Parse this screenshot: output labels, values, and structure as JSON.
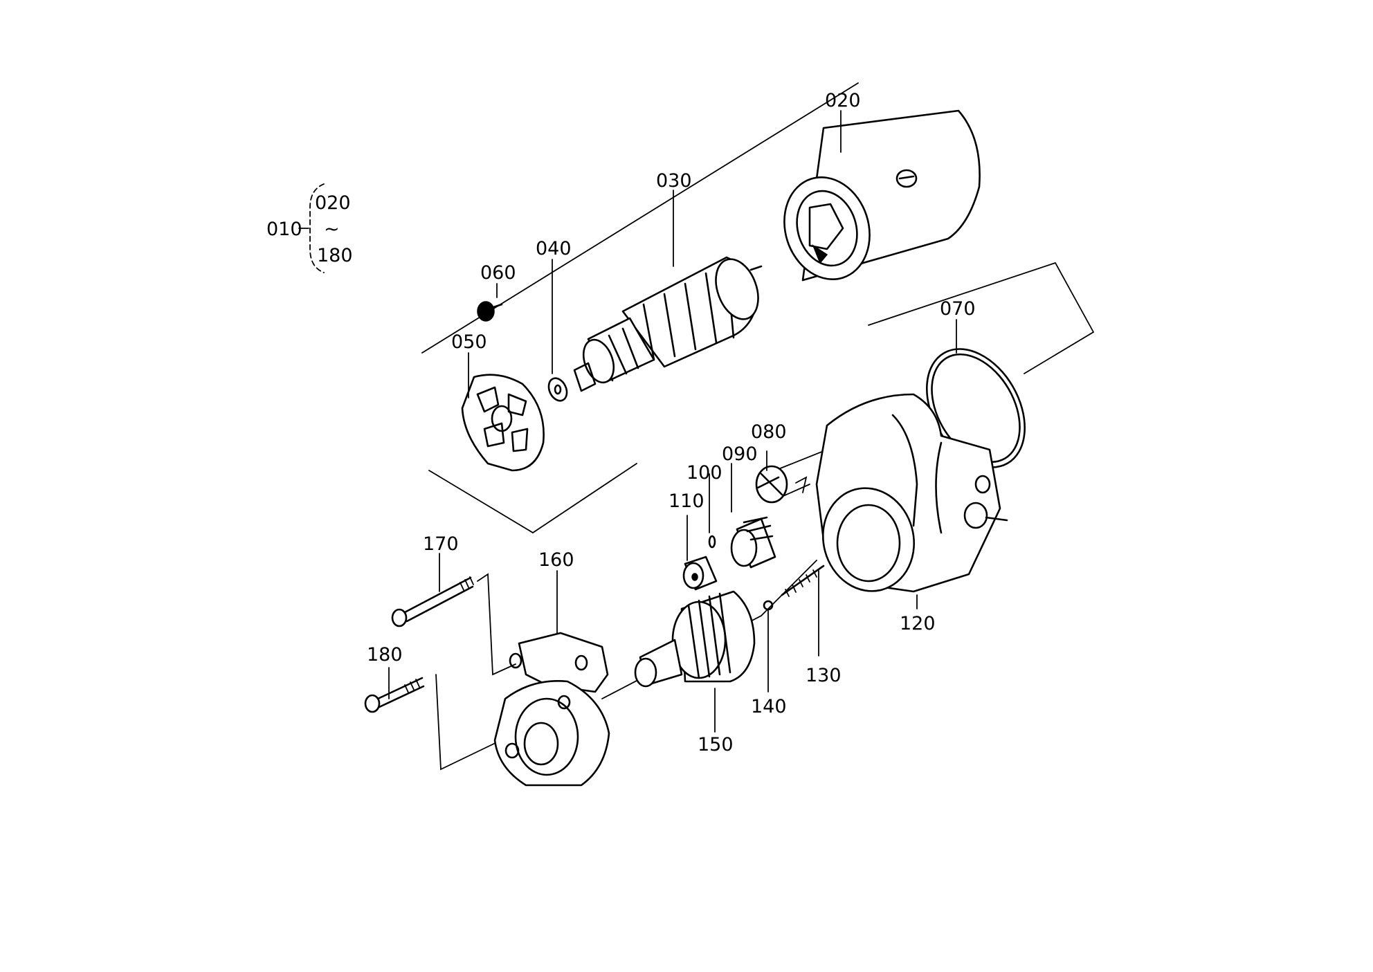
{
  "diagram": {
    "assembly": {
      "code": "010",
      "range_from": "020",
      "range_sep": "~",
      "range_to": "180"
    },
    "parts": [
      {
        "id": "p020",
        "label": "020"
      },
      {
        "id": "p030",
        "label": "030"
      },
      {
        "id": "p040",
        "label": "040"
      },
      {
        "id": "p050",
        "label": "050"
      },
      {
        "id": "p060",
        "label": "060"
      },
      {
        "id": "p070",
        "label": "070"
      },
      {
        "id": "p080",
        "label": "080"
      },
      {
        "id": "p090",
        "label": "090"
      },
      {
        "id": "p100",
        "label": "100"
      },
      {
        "id": "p110",
        "label": "110"
      },
      {
        "id": "p120",
        "label": "120"
      },
      {
        "id": "p130",
        "label": "130"
      },
      {
        "id": "p140",
        "label": "140"
      },
      {
        "id": "p150",
        "label": "150"
      },
      {
        "id": "p160",
        "label": "160"
      },
      {
        "id": "p170",
        "label": "170"
      },
      {
        "id": "p180",
        "label": "180"
      }
    ]
  }
}
